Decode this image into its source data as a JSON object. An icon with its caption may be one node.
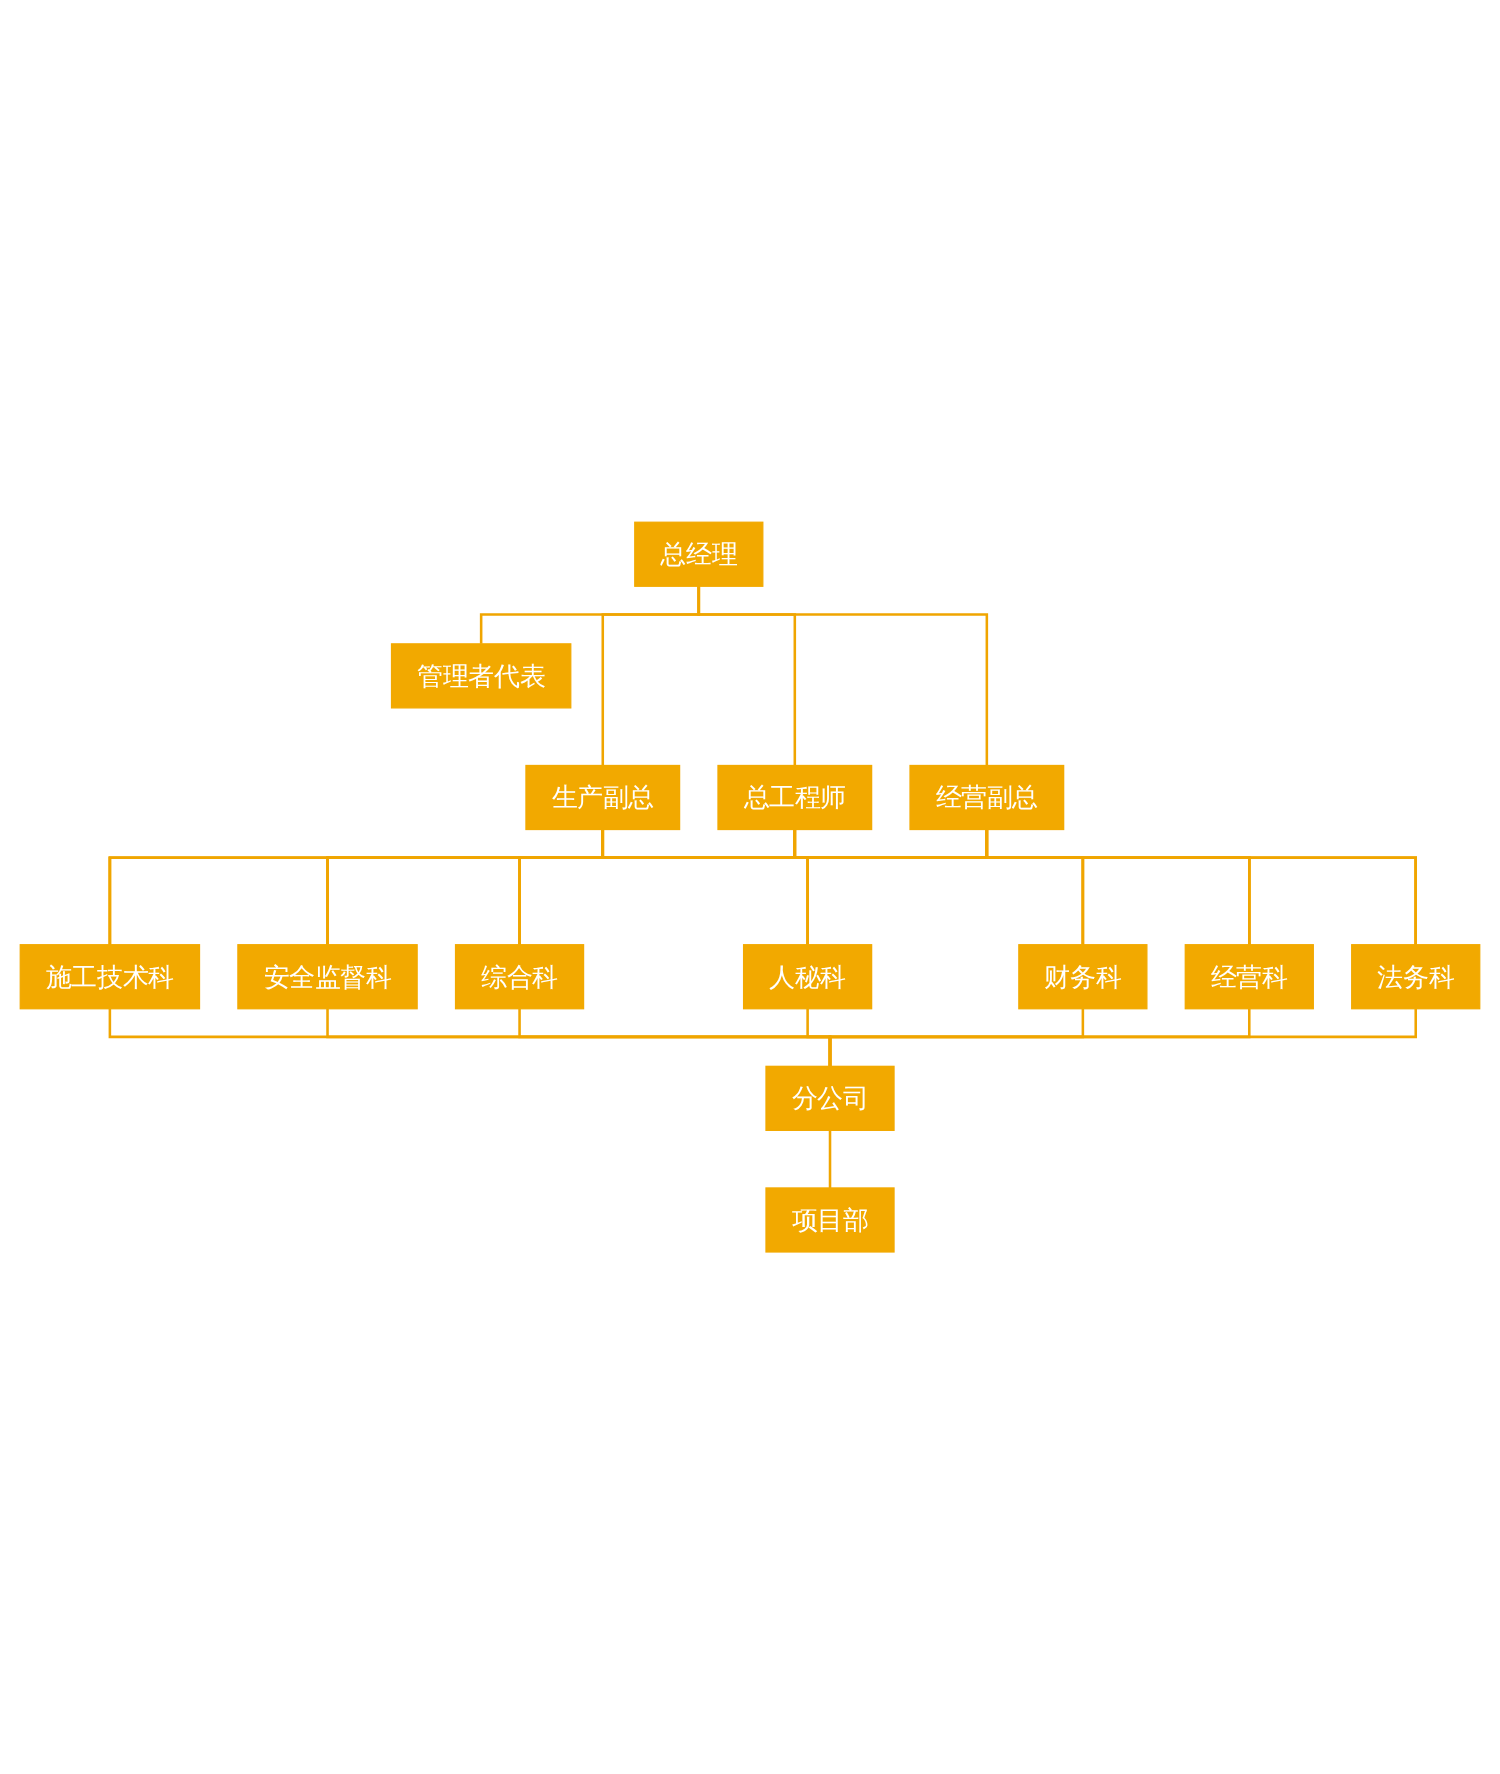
{
  "diagram": {
    "nodes": [
      {
        "text": [
          "总经理"
        ]
      },
      {
        "text": [
          "管理者代表"
        ]
      },
      {
        "text": [
          "生产副总"
        ]
      },
      {
        "text": [
          "总工程师"
        ]
      },
      {
        "text": [
          "经营副总"
        ]
      },
      {
        "text": [
          "施工技术科"
        ]
      },
      {
        "text": [
          "安全监督科"
        ]
      },
      {
        "text": [
          "综合科"
        ]
      },
      {
        "text": [
          "人秘科"
        ]
      },
      {
        "text": [
          "财务科"
        ]
      },
      {
        "text": [
          "经营科"
        ]
      },
      {
        "text": [
          "法务科"
        ]
      },
      {
        "text": [
          "分公司"
        ]
      },
      {
        "text": [
          "项目部"
        ]
      }
    ],
    "edges": [
      {
        "from": 0,
        "to": 1,
        "arrow": "none"
      },
      {
        "from": 0,
        "to": 2,
        "arrow": "none"
      },
      {
        "from": 0,
        "to": 3,
        "arrow": "none"
      },
      {
        "from": 0,
        "to": 4,
        "arrow": "none"
      },
      {
        "from": 2,
        "to": 5,
        "arrow": "none"
      },
      {
        "from": 2,
        "to": 6,
        "arrow": "none"
      },
      {
        "from": 2,
        "to": 7,
        "arrow": "none"
      },
      {
        "from": 2,
        "to": 8,
        "arrow": "none"
      },
      {
        "from": 2,
        "to": 9,
        "arrow": "none"
      },
      {
        "from": 2,
        "to": 10,
        "arrow": "none"
      },
      {
        "from": 2,
        "to": 11,
        "arrow": "none"
      },
      {
        "from": 3,
        "to": 5,
        "arrow": "none"
      },
      {
        "from": 3,
        "to": 6,
        "arrow": "none"
      },
      {
        "from": 3,
        "to": 7,
        "arrow": "none"
      },
      {
        "from": 3,
        "to": 8,
        "arrow": "none"
      },
      {
        "from": 3,
        "to": 9,
        "arrow": "none"
      },
      {
        "from": 3,
        "to": 10,
        "arrow": "none"
      },
      {
        "from": 3,
        "to": 11,
        "arrow": "none"
      },
      {
        "from": 4,
        "to": 5,
        "arrow": "none"
      },
      {
        "from": 4,
        "to": 6,
        "arrow": "none"
      },
      {
        "from": 4,
        "to": 7,
        "arrow": "none"
      },
      {
        "from": 4,
        "to": 8,
        "arrow": "none"
      },
      {
        "from": 4,
        "to": 9,
        "arrow": "none"
      },
      {
        "from": 4,
        "to": 10,
        "arrow": "none"
      },
      {
        "from": 4,
        "to": 11,
        "arrow": "none"
      },
      {
        "from": 5,
        "to": 12,
        "arrow": "none"
      },
      {
        "from": 6,
        "to": 12,
        "arrow": "none"
      },
      {
        "from": 7,
        "to": 12,
        "arrow": "none"
      },
      {
        "from": 8,
        "to": 12,
        "arrow": "none"
      },
      {
        "from": 9,
        "to": 12,
        "arrow": "none"
      },
      {
        "from": 10,
        "to": 12,
        "arrow": "none"
      },
      {
        "from": 11,
        "to": 12,
        "arrow": "none"
      },
      {
        "from": 12,
        "to": 13,
        "arrow": "none"
      }
    ]
  }
}
